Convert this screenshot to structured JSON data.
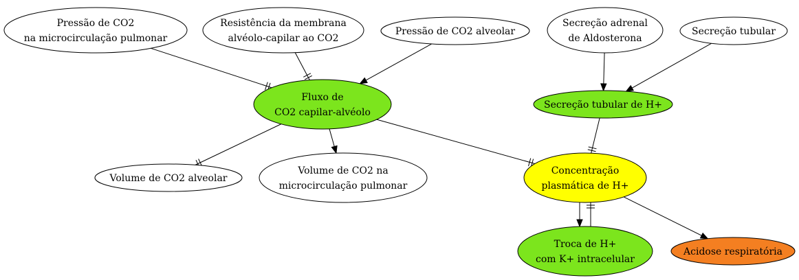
{
  "colors": {
    "white": "#ffffff",
    "green": "#7ce51d",
    "yellow": "#ffff00",
    "orange": "#f47f21",
    "stroke": "#000000"
  },
  "nodes": {
    "pressao_micro": {
      "lines": [
        "Pressão de CO2",
        "na microcirculação pulmonar"
      ],
      "fill": "white"
    },
    "resistencia": {
      "lines": [
        "Resistência da membrana",
        "alvéolo-capilar ao CO2"
      ],
      "fill": "white"
    },
    "pressao_alveolar": {
      "lines": [
        "Pressão de CO2 alveolar"
      ],
      "fill": "white"
    },
    "secrecao_adrenal": {
      "lines": [
        "Secreção adrenal",
        "de Aldosterona"
      ],
      "fill": "white"
    },
    "secrecao_tubular": {
      "lines": [
        "Secreção tubular"
      ],
      "fill": "white"
    },
    "fluxo": {
      "lines": [
        "Fluxo de",
        "CO2 capilar-alvéolo"
      ],
      "fill": "green"
    },
    "secrecao_tubular_h": {
      "lines": [
        "Secreção tubular de H+"
      ],
      "fill": "green"
    },
    "volume_alveolar": {
      "lines": [
        "Volume de CO2 alveolar"
      ],
      "fill": "white"
    },
    "volume_micro": {
      "lines": [
        "Volume de CO2 na",
        "microcirculação pulmonar"
      ],
      "fill": "white"
    },
    "concentracao": {
      "lines": [
        "Concentração",
        "plasmática de H+"
      ],
      "fill": "yellow"
    },
    "troca": {
      "lines": [
        "Troca de H+",
        "com K+ intracelular"
      ],
      "fill": "green"
    },
    "acidose": {
      "lines": [
        "Acidose respiratória"
      ],
      "fill": "orange"
    }
  },
  "edges": [
    {
      "from": "pressao_micro",
      "to": "fluxo",
      "head": "tee"
    },
    {
      "from": "resistencia",
      "to": "fluxo",
      "head": "tee"
    },
    {
      "from": "pressao_alveolar",
      "to": "fluxo",
      "head": "arrow"
    },
    {
      "from": "fluxo",
      "to": "volume_alveolar",
      "head": "tee"
    },
    {
      "from": "fluxo",
      "to": "volume_micro",
      "head": "arrow"
    },
    {
      "from": "fluxo",
      "to": "concentracao",
      "head": "tee"
    },
    {
      "from": "secrecao_adrenal",
      "to": "secrecao_tubular_h",
      "head": "arrow"
    },
    {
      "from": "secrecao_tubular",
      "to": "secrecao_tubular_h",
      "head": "arrow"
    },
    {
      "from": "secrecao_tubular_h",
      "to": "concentracao",
      "head": "tee"
    },
    {
      "from": "concentracao",
      "to": "troca",
      "head": "arrow"
    },
    {
      "from": "troca",
      "to": "concentracao",
      "head": "tee"
    },
    {
      "from": "concentracao",
      "to": "acidose",
      "head": "arrow"
    }
  ]
}
